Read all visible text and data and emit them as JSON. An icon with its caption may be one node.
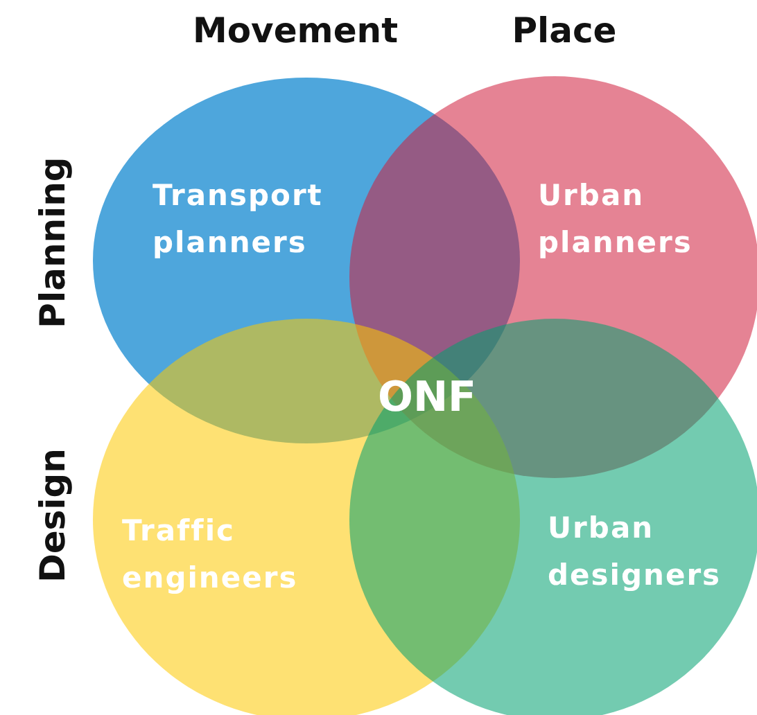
{
  "diagram": {
    "nodes": [
      {
        "text": [
          "Transport planners"
        ]
      },
      {
        "text": [
          "Urban planners"
        ]
      },
      {
        "text": [
          "Traffic engineers"
        ]
      },
      {
        "text": [
          "Urban designers"
        ]
      }
    ],
    "labels": [
      "Movement",
      "Place",
      "Planning",
      "Design",
      "ONF"
    ]
  }
}
